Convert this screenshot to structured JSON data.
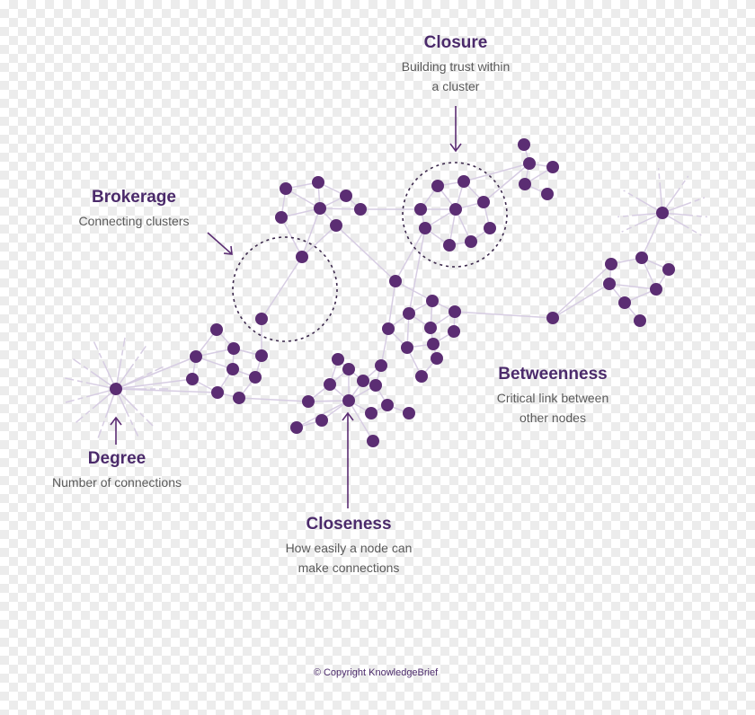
{
  "labels": {
    "closure": {
      "title": "Closure",
      "line1": "Building trust within",
      "line2": "a cluster"
    },
    "brokerage": {
      "title": "Brokerage",
      "line1": "Connecting clusters"
    },
    "degree": {
      "title": "Degree",
      "line1": "Number of connections"
    },
    "closeness": {
      "title": "Closeness",
      "line1": "How easily a node can",
      "line2": "make connections"
    },
    "betweenness": {
      "title": "Betweenness",
      "line1": "Critical link between",
      "line2": "other nodes"
    }
  },
  "copyright": "© Copyright KnowledgeBrief",
  "colors": {
    "node": "#5b2d73",
    "edge": "#d7cde3",
    "title": "#4b2a6b",
    "text": "#5a5a5a"
  }
}
